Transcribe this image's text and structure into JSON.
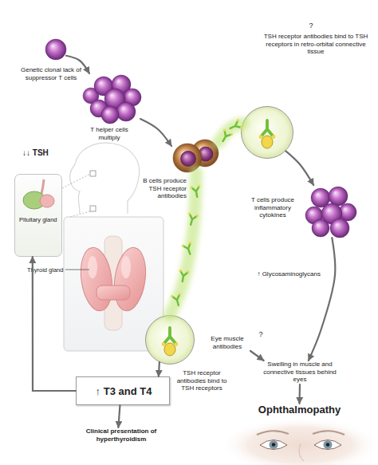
{
  "diagram": {
    "nodes": [
      {
        "text": [
          "Genetic clonal lack of suppressor T cells"
        ]
      },
      {
        "text": [
          "T helper cells multiply"
        ]
      },
      {
        "text": [
          "B cells produce TSH receptor antibodies"
        ]
      },
      {
        "text": [
          "?",
          "TSH receptor antibodies bind to TSH receptors in retro-orbital connective tissue"
        ]
      },
      {
        "text": [
          "T cells produce inflammatory cytokines"
        ]
      },
      {
        "text": [
          "Eye muscle antibodies",
          "?"
        ]
      },
      {
        "text": [
          "Swelling in muscle and connective tissues behind eyes"
        ]
      },
      {
        "text": [
          "Ophthalmopathy"
        ]
      },
      {
        "text": [
          "Pituitary gland"
        ]
      },
      {
        "text": [
          "TSH receptor antibodies bind to TSH receptors"
        ]
      },
      {
        "text": [
          "↑ T3 and T4"
        ]
      },
      {
        "text": [
          "Clinical presentation of hyperthyroidism"
        ]
      }
    ],
    "edges": [
      {
        "from": 0,
        "to": 1,
        "arrow": "to"
      },
      {
        "from": 1,
        "to": 2,
        "arrow": "to"
      },
      {
        "from": 2,
        "to": 3,
        "arrow": "none"
      },
      {
        "from": 2,
        "to": 9,
        "arrow": "none"
      },
      {
        "from": 3,
        "to": 4,
        "arrow": "to"
      },
      {
        "from": 4,
        "to": 6,
        "arrow": "to"
      },
      {
        "from": 5,
        "to": 6,
        "arrow": "to"
      },
      {
        "from": 6,
        "to": 7,
        "arrow": "to"
      },
      {
        "from": 9,
        "to": 10,
        "arrow": "to"
      },
      {
        "from": 10,
        "to": 11,
        "arrow": "to"
      },
      {
        "from": 10,
        "to": 8,
        "arrow": "to"
      }
    ],
    "labels": [
      "↓↓ TSH",
      "↑ Glycosaminoglycans",
      "Thyroid gland"
    ]
  }
}
